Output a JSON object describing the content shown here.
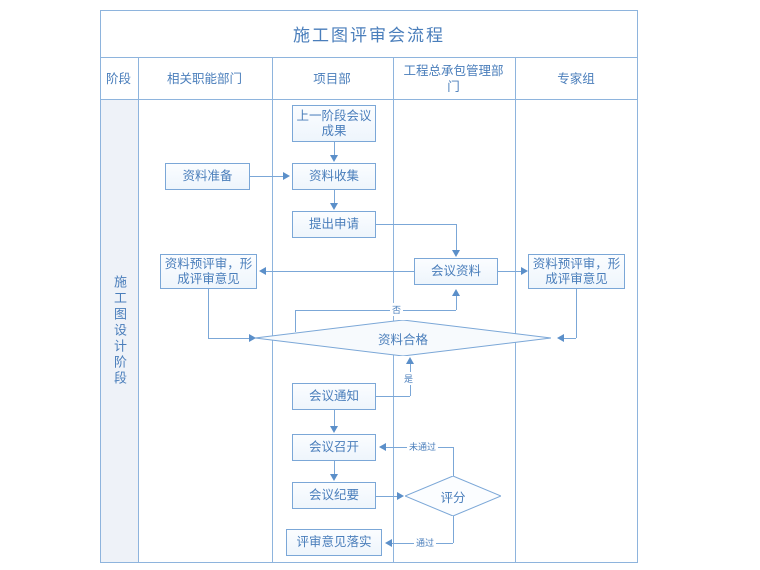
{
  "diagram": {
    "title": "施工图评审会流程",
    "stage_label": "施工图设计阶段",
    "columns": [
      {
        "key": "stage",
        "label": "阶段"
      },
      {
        "key": "func",
        "label": "相关职能部门"
      },
      {
        "key": "project",
        "label": "项目部"
      },
      {
        "key": "epc",
        "label": "工程总承包管理部门"
      },
      {
        "key": "expert",
        "label": "专家组"
      }
    ],
    "nodes": [
      {
        "id": "prev_meeting",
        "label": "上一阶段会议成果",
        "shape": "box",
        "column": "project"
      },
      {
        "id": "data_prepare",
        "label": "资料准备",
        "shape": "box",
        "column": "func"
      },
      {
        "id": "data_collect",
        "label": "资料收集",
        "shape": "box",
        "column": "project"
      },
      {
        "id": "submit_apply",
        "label": "提出申请",
        "shape": "box",
        "column": "project"
      },
      {
        "id": "meeting_docs",
        "label": "会议资料",
        "shape": "box",
        "column": "epc"
      },
      {
        "id": "pre_review_l",
        "label": "资料预评审，形成评审意见",
        "shape": "box",
        "column": "func"
      },
      {
        "id": "pre_review_r",
        "label": "资料预评审，形成评审意见",
        "shape": "box",
        "column": "expert"
      },
      {
        "id": "data_ok",
        "label": "资料合格",
        "shape": "diamond",
        "column": "span"
      },
      {
        "id": "meeting_notice",
        "label": "会议通知",
        "shape": "box",
        "column": "project"
      },
      {
        "id": "meeting_hold",
        "label": "会议召开",
        "shape": "box",
        "column": "project"
      },
      {
        "id": "meeting_minute",
        "label": "会议纪要",
        "shape": "box",
        "column": "project"
      },
      {
        "id": "score",
        "label": "评分",
        "shape": "diamond",
        "column": "epc"
      },
      {
        "id": "implement",
        "label": "评审意见落实",
        "shape": "box",
        "column": "project"
      }
    ],
    "edge_labels": {
      "no": "否",
      "yes": "是",
      "failed": "未通过",
      "passed": "通过"
    },
    "colors": {
      "line": "#7ba7d7",
      "text": "#4a7ebb",
      "arrow": "#5b8fc9",
      "stage_fill": "#eef2f8"
    }
  }
}
